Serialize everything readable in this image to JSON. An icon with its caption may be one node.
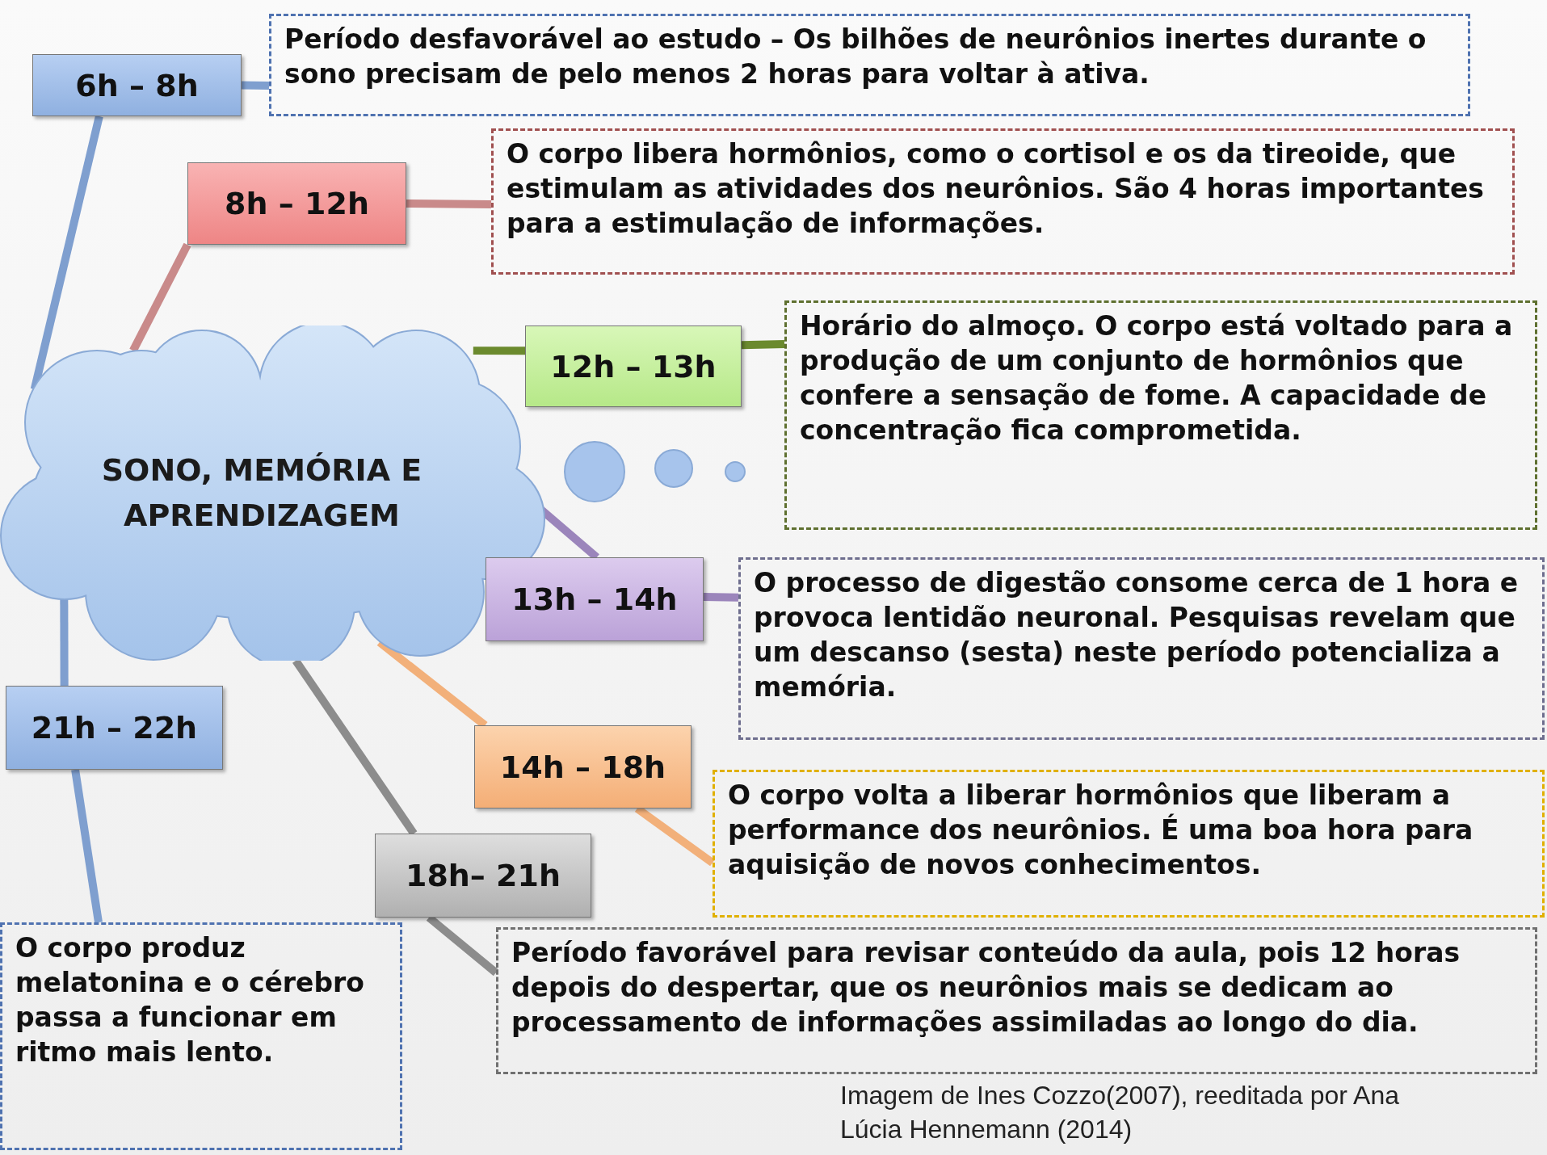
{
  "diagram": {
    "nodes": [
      {
        "text": [
          "SONO, MEMÓRIA E APRENDIZAGEM"
        ]
      },
      {
        "text": [
          "6h – 8h"
        ]
      },
      {
        "text": [
          "Período desfavorável ao estudo – Os bilhões de neurônios inertes durante o sono precisam de pelo menos 2 horas para voltar à ativa."
        ]
      },
      {
        "text": [
          "8h – 12h"
        ]
      },
      {
        "text": [
          "O corpo libera hormônios, como o cortisol e os da tireoide, que estimulam as atividades dos neurônios. São 4 horas importantes para a estimulação de informações."
        ]
      },
      {
        "text": [
          "12h – 13h"
        ]
      },
      {
        "text": [
          "Horário do almoço. O corpo está voltado para a produção de um conjunto de hormônios que confere a sensação de fome. A capacidade de concentração fica comprometida."
        ]
      },
      {
        "text": [
          "13h – 14h"
        ]
      },
      {
        "text": [
          "O processo de digestão consome cerca de 1 hora e provoca lentidão neuronal. Pesquisas revelam que um descanso (sesta) neste período potencializa a memória."
        ]
      },
      {
        "text": [
          "14h – 18h"
        ]
      },
      {
        "text": [
          "O corpo volta a liberar hormônios que liberam a performance dos neurônios. É uma boa hora para aquisição de novos conhecimentos."
        ]
      },
      {
        "text": [
          "18h– 21h"
        ]
      },
      {
        "text": [
          "Período favorável para revisar conteúdo da aula, pois 12 horas depois do despertar, que os neurônios mais se dedicam ao processamento de informações assimiladas ao longo do dia."
        ]
      },
      {
        "text": [
          "21h – 22h"
        ]
      },
      {
        "text": [
          "O corpo produz melatonina e o cérebro passa a funcionar em ritmo mais lento."
        ]
      }
    ],
    "edges": [
      {
        "from": 0,
        "to": 1,
        "arrow": "none"
      },
      {
        "from": 1,
        "to": 2,
        "arrow": "none"
      },
      {
        "from": 0,
        "to": 3,
        "arrow": "none",
        "color": "#c98a8a"
      },
      {
        "from": 3,
        "to": 4,
        "arrow": "none",
        "color": "#c98a8a"
      },
      {
        "from": 0,
        "to": 5,
        "arrow": "none",
        "color": "#6b8a2e"
      },
      {
        "from": 5,
        "to": 6,
        "arrow": "none",
        "color": "#6b8a2e"
      },
      {
        "from": 0,
        "to": 7,
        "arrow": "none",
        "color": "#9b85bb"
      },
      {
        "from": 7,
        "to": 8,
        "arrow": "none",
        "color": "#9b85bb"
      },
      {
        "from": 0,
        "to": 9,
        "arrow": "none",
        "color": "#f2b07a"
      },
      {
        "from": 9,
        "to": 10,
        "arrow": "none",
        "color": "#f2b07a"
      },
      {
        "from": 0,
        "to": 11,
        "arrow": "none",
        "color": "#8c8c8c"
      },
      {
        "from": 11,
        "to": 12,
        "arrow": "none",
        "color": "#8c8c8c"
      },
      {
        "from": 0,
        "to": 13,
        "arrow": "none"
      },
      {
        "from": 13,
        "to": 14,
        "arrow": "none"
      }
    ],
    "labels": [
      "Imagem de Ines Cozzo(2007), reeditada por Ana Lúcia Hennemann (2014)"
    ]
  }
}
